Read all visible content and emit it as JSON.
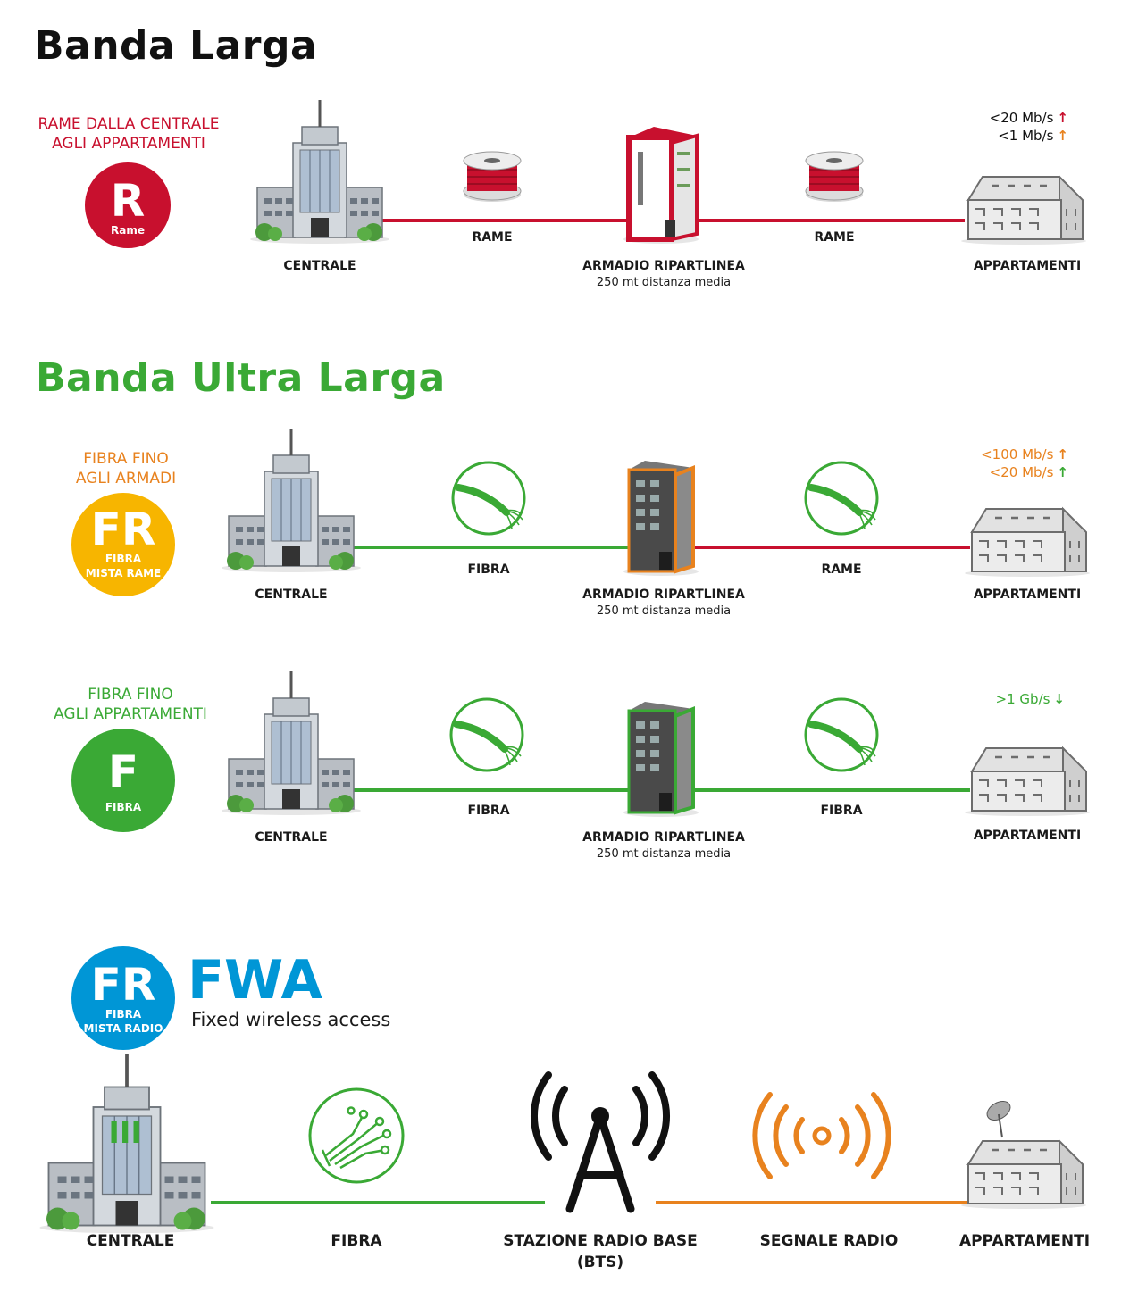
{
  "colors": {
    "red": "#c8102e",
    "green": "#3aa935",
    "orange": "#e8821e",
    "yellow": "#f7b500",
    "blue": "#0096d6",
    "black": "#111111"
  },
  "banda_larga": {
    "title": "Banda Larga",
    "tag": [
      "RAME DALLA CENTRALE",
      "AGLI APPARTAMENTI"
    ],
    "badge_letter": "R",
    "badge_sub": "Rame",
    "link1": "RAME",
    "link2": "RAME",
    "node1": "CENTRALE",
    "node2": "ARMADIO RIPARTLINEA",
    "node2_sub": "250 mt distanza media",
    "node3": "APPARTAMENTI",
    "speed_down": "<20 Mb/s",
    "speed_up": "<1 Mb/s"
  },
  "ultra_larga": {
    "title": "Banda Ultra Larga",
    "fttc": {
      "tag": [
        "FIBRA FINO",
        "AGLI ARMADI"
      ],
      "badge_letter": "FR",
      "badge_sub": [
        "FIBRA",
        "MISTA RAME"
      ],
      "link1": "FIBRA",
      "link2": "RAME",
      "node1": "CENTRALE",
      "node2": "ARMADIO RIPARTLINEA",
      "node2_sub": "250 mt distanza media",
      "node3": "APPARTAMENTI",
      "speed_down": "<100 Mb/s",
      "speed_up": "<20 Mb/s"
    },
    "ftth": {
      "tag": [
        "FIBRA FINO",
        "AGLI APPARTAMENTI"
      ],
      "badge_letter": "F",
      "badge_sub": "FIBRA",
      "link1": "FIBRA",
      "link2": "FIBRA",
      "node1": "CENTRALE",
      "node2": "ARMADIO RIPARTLINEA",
      "node2_sub": "250 mt distanza media",
      "node3": "APPARTAMENTI",
      "speed": ">1 Gb/s"
    }
  },
  "fwa": {
    "badge_letter": "FR",
    "badge_sub": [
      "FIBRA",
      "MISTA RADIO"
    ],
    "title": "FWA",
    "subtitle": "Fixed wireless access",
    "node1": "CENTRALE",
    "link1": "FIBRA",
    "node2": "STAZIONE RADIO BASE",
    "node2_sub": "(BTS)",
    "link2": "SEGNALE RADIO",
    "node3": "APPARTAMENTI"
  },
  "arrows": {
    "up": "↑",
    "down": "↓"
  }
}
